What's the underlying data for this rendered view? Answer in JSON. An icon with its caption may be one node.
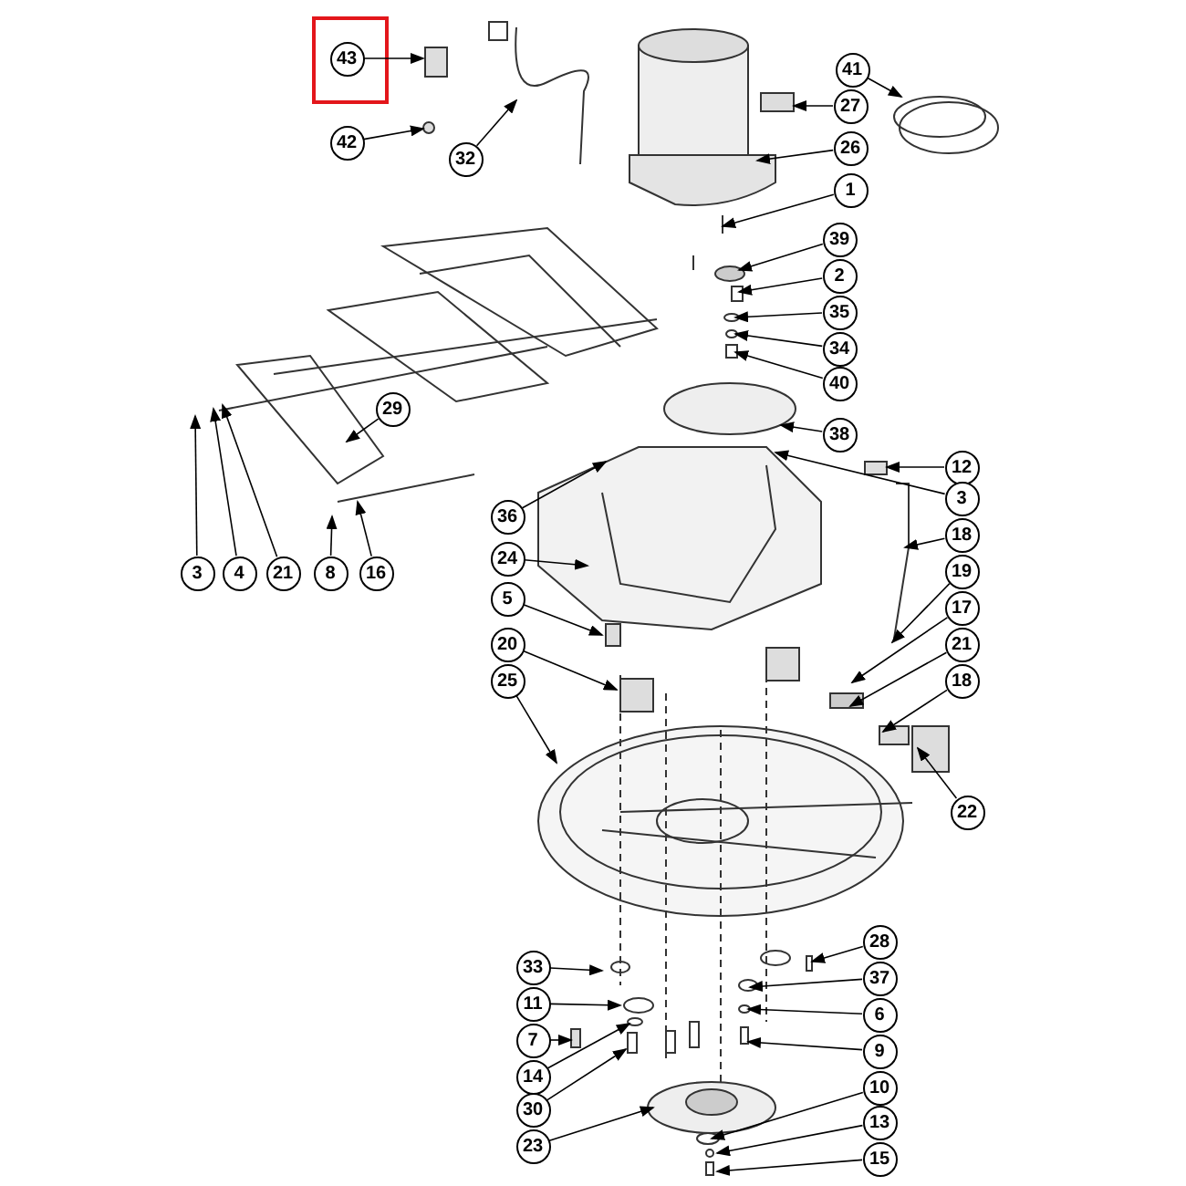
{
  "diagram": {
    "nodes": [
      {
        "text": [
          "43"
        ]
      },
      {
        "text": [
          "42"
        ]
      },
      {
        "text": [
          "32"
        ]
      },
      {
        "text": [
          "41"
        ]
      },
      {
        "text": [
          "27"
        ]
      },
      {
        "text": [
          "26"
        ]
      },
      {
        "text": [
          "1"
        ]
      },
      {
        "text": [
          "39"
        ]
      },
      {
        "text": [
          "2"
        ]
      },
      {
        "text": [
          "35"
        ]
      },
      {
        "text": [
          "34"
        ]
      },
      {
        "text": [
          "40"
        ]
      },
      {
        "text": [
          "38"
        ]
      },
      {
        "text": [
          "29"
        ]
      },
      {
        "text": [
          "12"
        ]
      },
      {
        "text": [
          "36"
        ]
      },
      {
        "text": [
          "3"
        ]
      },
      {
        "text": [
          "18"
        ]
      },
      {
        "text": [
          "24"
        ]
      },
      {
        "text": [
          "19"
        ]
      },
      {
        "text": [
          "17"
        ]
      },
      {
        "text": [
          "3"
        ]
      },
      {
        "text": [
          "4"
        ]
      },
      {
        "text": [
          "21"
        ]
      },
      {
        "text": [
          "8"
        ]
      },
      {
        "text": [
          "16"
        ]
      },
      {
        "text": [
          "5"
        ]
      },
      {
        "text": [
          "20"
        ]
      },
      {
        "text": [
          "21"
        ]
      },
      {
        "text": [
          "25"
        ]
      },
      {
        "text": [
          "18"
        ]
      },
      {
        "text": [
          "22"
        ]
      },
      {
        "text": [
          "33"
        ]
      },
      {
        "text": [
          "28"
        ]
      },
      {
        "text": [
          "11"
        ]
      },
      {
        "text": [
          "37"
        ]
      },
      {
        "text": [
          "7"
        ]
      },
      {
        "text": [
          "6"
        ]
      },
      {
        "text": [
          "14"
        ]
      },
      {
        "text": [
          "9"
        ]
      },
      {
        "text": [
          "30"
        ]
      },
      {
        "text": [
          "10"
        ]
      },
      {
        "text": [
          "23"
        ]
      },
      {
        "text": [
          "13"
        ]
      },
      {
        "text": [
          "15"
        ]
      },
      {
        "text": [],
        "shape": "circle"
      },
      {
        "text": [],
        "shape": "box"
      },
      {
        "text": [],
        "shape": "box"
      },
      {
        "text": [],
        "shape": "box"
      }
    ],
    "edges": [
      {
        "from": 0,
        "to": null,
        "arrow": "to"
      },
      {
        "from": 1,
        "to": 45,
        "arrow": "to"
      },
      {
        "from": 2,
        "to": null,
        "arrow": "to"
      },
      {
        "from": 3,
        "to": null,
        "arrow": "to"
      },
      {
        "from": 4,
        "to": 46,
        "arrow": "to"
      },
      {
        "from": 5,
        "to": null,
        "arrow": "to"
      },
      {
        "from": 6,
        "to": null,
        "arrow": "to"
      },
      {
        "from": 7,
        "to": null,
        "arrow": "to"
      },
      {
        "from": 8,
        "to": null,
        "arrow": "to"
      },
      {
        "from": 9,
        "to": null,
        "arrow": "to"
      },
      {
        "from": 10,
        "to": null,
        "arrow": "to"
      },
      {
        "from": 11,
        "to": null,
        "arrow": "to"
      },
      {
        "from": 12,
        "to": null,
        "arrow": "to"
      },
      {
        "from": 13,
        "to": null,
        "arrow": "to"
      },
      {
        "from": 14,
        "to": 47,
        "arrow": "to"
      },
      {
        "from": 15,
        "to": null,
        "arrow": "to"
      },
      {
        "from": 16,
        "to": null,
        "arrow": "to"
      },
      {
        "from": 17,
        "to": null,
        "arrow": "to"
      },
      {
        "from": 18,
        "to": null,
        "arrow": "to"
      },
      {
        "from": 19,
        "to": null,
        "arrow": "to"
      },
      {
        "from": 20,
        "to": null,
        "arrow": "to"
      },
      {
        "from": 21,
        "to": null,
        "arrow": "to"
      },
      {
        "from": 22,
        "to": null,
        "arrow": "to"
      },
      {
        "from": 23,
        "to": null,
        "arrow": "to"
      },
      {
        "from": 24,
        "to": null,
        "arrow": "to"
      },
      {
        "from": 25,
        "to": null,
        "arrow": "to"
      },
      {
        "from": 26,
        "to": null,
        "arrow": "to"
      },
      {
        "from": 27,
        "to": null,
        "arrow": "to"
      },
      {
        "from": 28,
        "to": null,
        "arrow": "to"
      },
      {
        "from": 29,
        "to": null,
        "arrow": "to"
      },
      {
        "from": 30,
        "to": null,
        "arrow": "to"
      },
      {
        "from": 31,
        "to": null,
        "arrow": "to"
      },
      {
        "from": 32,
        "to": null,
        "arrow": "to"
      },
      {
        "from": 33,
        "to": null,
        "arrow": "to"
      },
      {
        "from": 34,
        "to": null,
        "arrow": "to"
      },
      {
        "from": 35,
        "to": null,
        "arrow": "to"
      },
      {
        "from": 36,
        "to": 48,
        "arrow": "to"
      },
      {
        "from": 37,
        "to": null,
        "arrow": "to"
      },
      {
        "from": 38,
        "to": null,
        "arrow": "to"
      },
      {
        "from": 39,
        "to": null,
        "arrow": "to"
      },
      {
        "from": 40,
        "to": null,
        "arrow": "to"
      },
      {
        "from": 41,
        "to": null,
        "arrow": "to"
      },
      {
        "from": 42,
        "to": null,
        "arrow": "to"
      },
      {
        "from": 43,
        "to": null,
        "arrow": "to"
      },
      {
        "from": 44,
        "to": null,
        "arrow": "to"
      }
    ]
  }
}
